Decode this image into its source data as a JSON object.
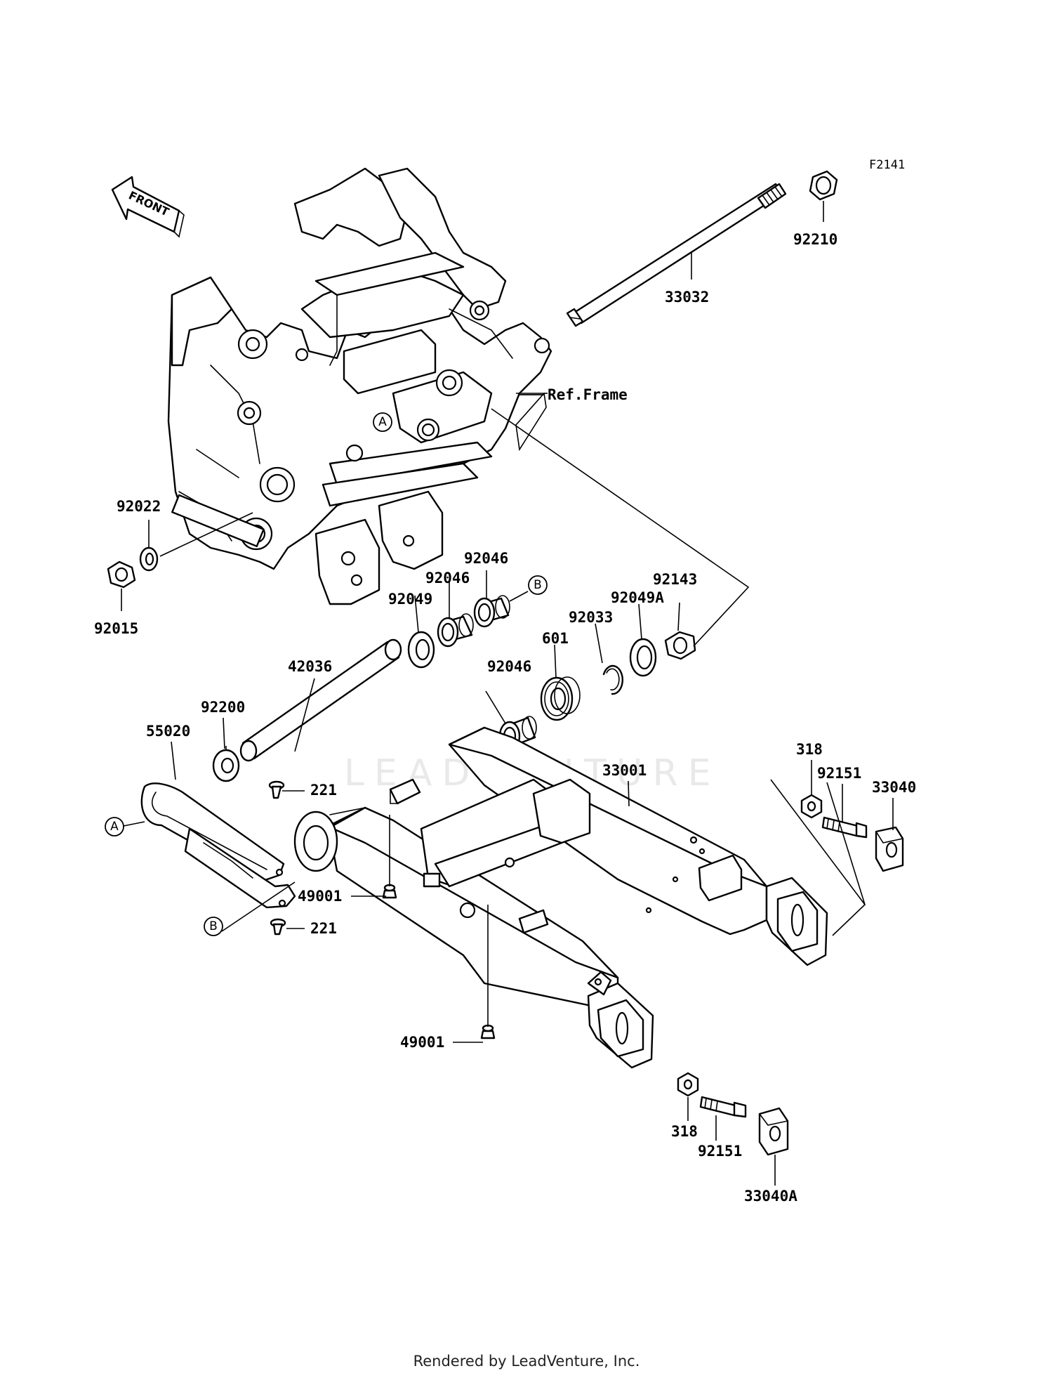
{
  "diagram": {
    "ref_code": "F2141",
    "front_label": "FRONT",
    "ref_frame_label": "Ref.Frame",
    "watermark": "LEADVENTURE",
    "markers": {
      "a": "A",
      "b": "B"
    },
    "parts": {
      "p92210": "92210",
      "p33032": "33032",
      "p92022": "92022",
      "p92015": "92015",
      "p92046_top": "92046",
      "p92046_mid": "92046",
      "p92046_low": "92046",
      "p92049": "92049",
      "p92049a": "92049A",
      "p92143": "92143",
      "p92033": "92033",
      "p601": "601",
      "p42036": "42036",
      "p92200": "92200",
      "p55020": "55020",
      "p221_top": "221",
      "p221_bottom": "221",
      "p33001": "33001",
      "p318_top": "318",
      "p92151_top": "92151",
      "p33040": "33040",
      "p49001_left": "49001",
      "p49001_right": "49001",
      "p318_bottom": "318",
      "p92151_bottom": "92151",
      "p33040a": "33040A"
    }
  },
  "footer": {
    "text": "Rendered by LeadVenture, Inc."
  }
}
